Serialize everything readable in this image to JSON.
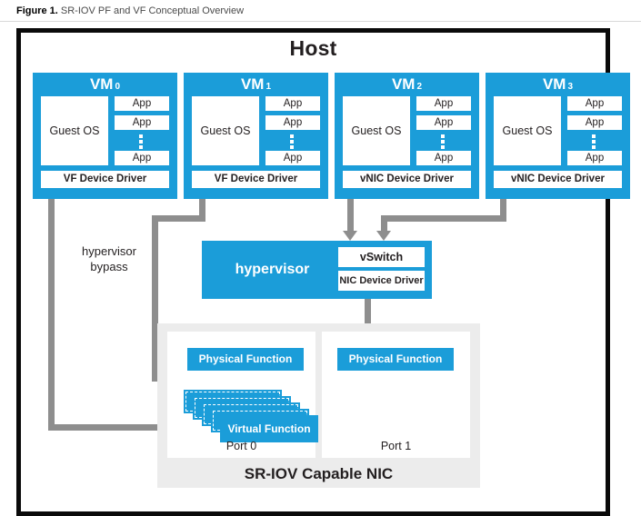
{
  "figure": {
    "number": "Figure 1.",
    "caption": "SR-IOV PF and VF Conceptual Overview"
  },
  "host": {
    "title": "Host"
  },
  "vms": [
    {
      "name": "VM",
      "index": "0",
      "guest_os": "Guest OS",
      "apps": [
        "App",
        "App",
        "App"
      ],
      "driver": "VF Device Driver"
    },
    {
      "name": "VM",
      "index": "1",
      "guest_os": "Guest OS",
      "apps": [
        "App",
        "App",
        "App"
      ],
      "driver": "VF Device Driver"
    },
    {
      "name": "VM",
      "index": "2",
      "guest_os": "Guest OS",
      "apps": [
        "App",
        "App",
        "App"
      ],
      "driver": "vNIC Device Driver"
    },
    {
      "name": "VM",
      "index": "3",
      "guest_os": "Guest OS",
      "apps": [
        "App",
        "App",
        "App"
      ],
      "driver": "vNIC Device Driver"
    }
  ],
  "hypervisor": {
    "label": "hypervisor",
    "vswitch": "vSwitch",
    "nic_device_driver": "NIC Device Driver"
  },
  "bypass": {
    "line1": "hypervisor",
    "line2": "bypass"
  },
  "nic": {
    "title": "SR-IOV Capable NIC",
    "ports": [
      {
        "label": "Port 0",
        "physical_function": "Physical Function",
        "virtual_function": "Virtual Function",
        "virtual_function_stack_count": 5
      },
      {
        "label": "Port 1",
        "physical_function": "Physical Function"
      }
    ]
  },
  "colors": {
    "accent_blue": "#1b9dd9",
    "connector_gray": "#8e8e8e",
    "nic_background": "#ececec",
    "frame_black": "#0a0a0a",
    "text": "#231f20"
  }
}
